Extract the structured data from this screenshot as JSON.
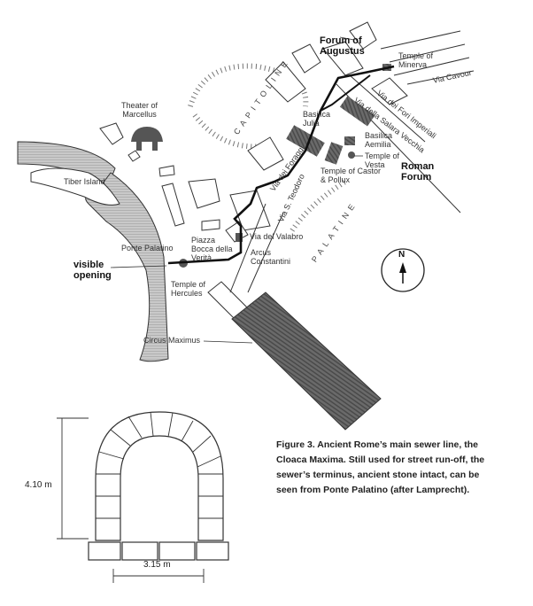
{
  "map": {
    "labels": {
      "forum_augustus": "Forum of Augustus",
      "temple_minerva": "Temple of Minerva",
      "via_cavour": "Via Cavour",
      "via_fori_imperiali": "Via dei Fori Imperiali",
      "via_salara_vecchia": "Via della Salara Vecchia",
      "basilica_julia": "Basilica Julia",
      "basilica_aemilia": "Basilica Aemilia",
      "temple_vesta": "Temple of Vesta",
      "roman_forum": "Roman Forum",
      "temple_castor_pollux": "Temple of Castor & Pollux",
      "via_foraggi": "Via dei Foraggi",
      "via_s_teodoro": "Via S. Teodoro",
      "capitoline": "CAPITOLINE",
      "palatine": "PALATINE",
      "via_valabro": "Via del Valabro",
      "arcus_constantini": "Arcus Constantini",
      "theater_marcellus": "Theater of Marcellus",
      "tiber_island": "Tiber Island",
      "ponte_palatino": "Ponte Palatino",
      "piazza_bocca": "Piazza Bocca della Verità",
      "visible_opening": "visible opening",
      "temple_hercules": "Temple of Hercules",
      "circus_maximus": "Circus Maximus",
      "north": "N"
    }
  },
  "arch": {
    "height_label": "4.10 m",
    "width_label": "3.15 m"
  },
  "caption": "Figure 3. Ancient Rome’s main sewer line, the Cloaca Maxima. Still used for street run-off, the sewer’s terminus, ancient stone intact, can be seen from Ponte Palatino (after Lamprecht)."
}
